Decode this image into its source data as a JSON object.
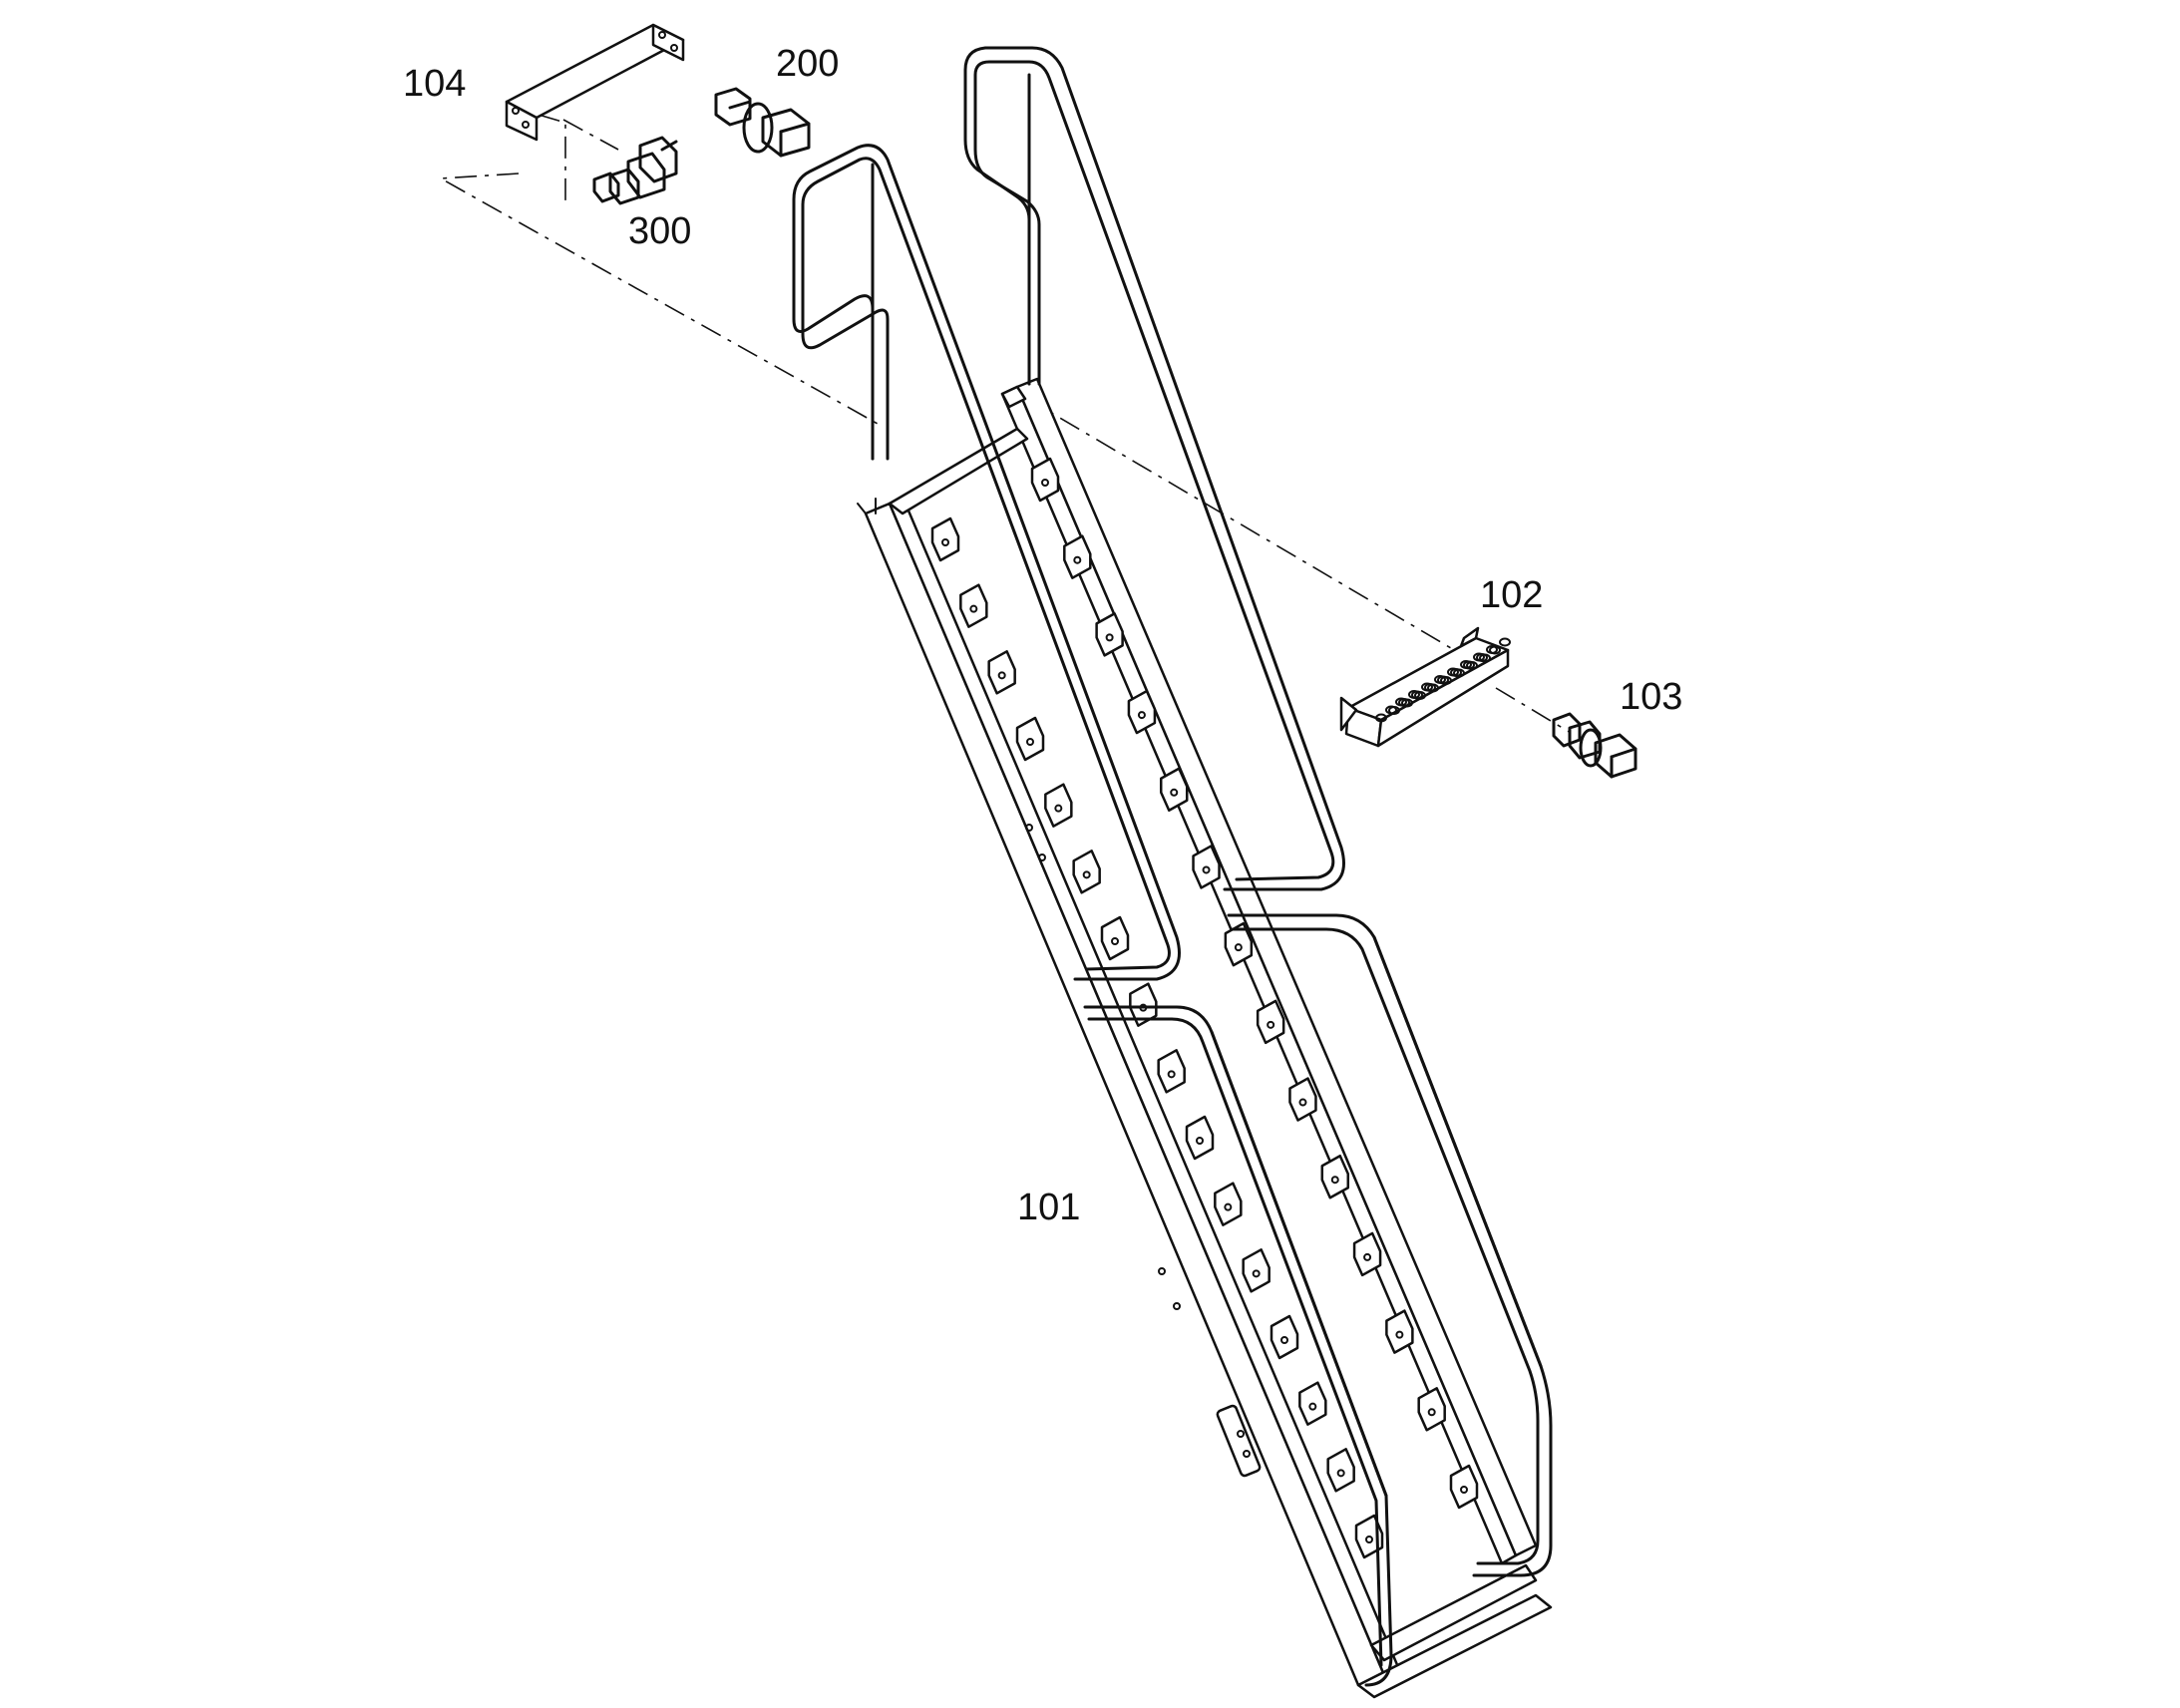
{
  "callouts": {
    "p104": "104",
    "p200": "200",
    "p300": "300",
    "p102": "102",
    "p103": "103",
    "p101": "101"
  },
  "colors": {
    "line": "#111111",
    "background": "#ffffff"
  }
}
